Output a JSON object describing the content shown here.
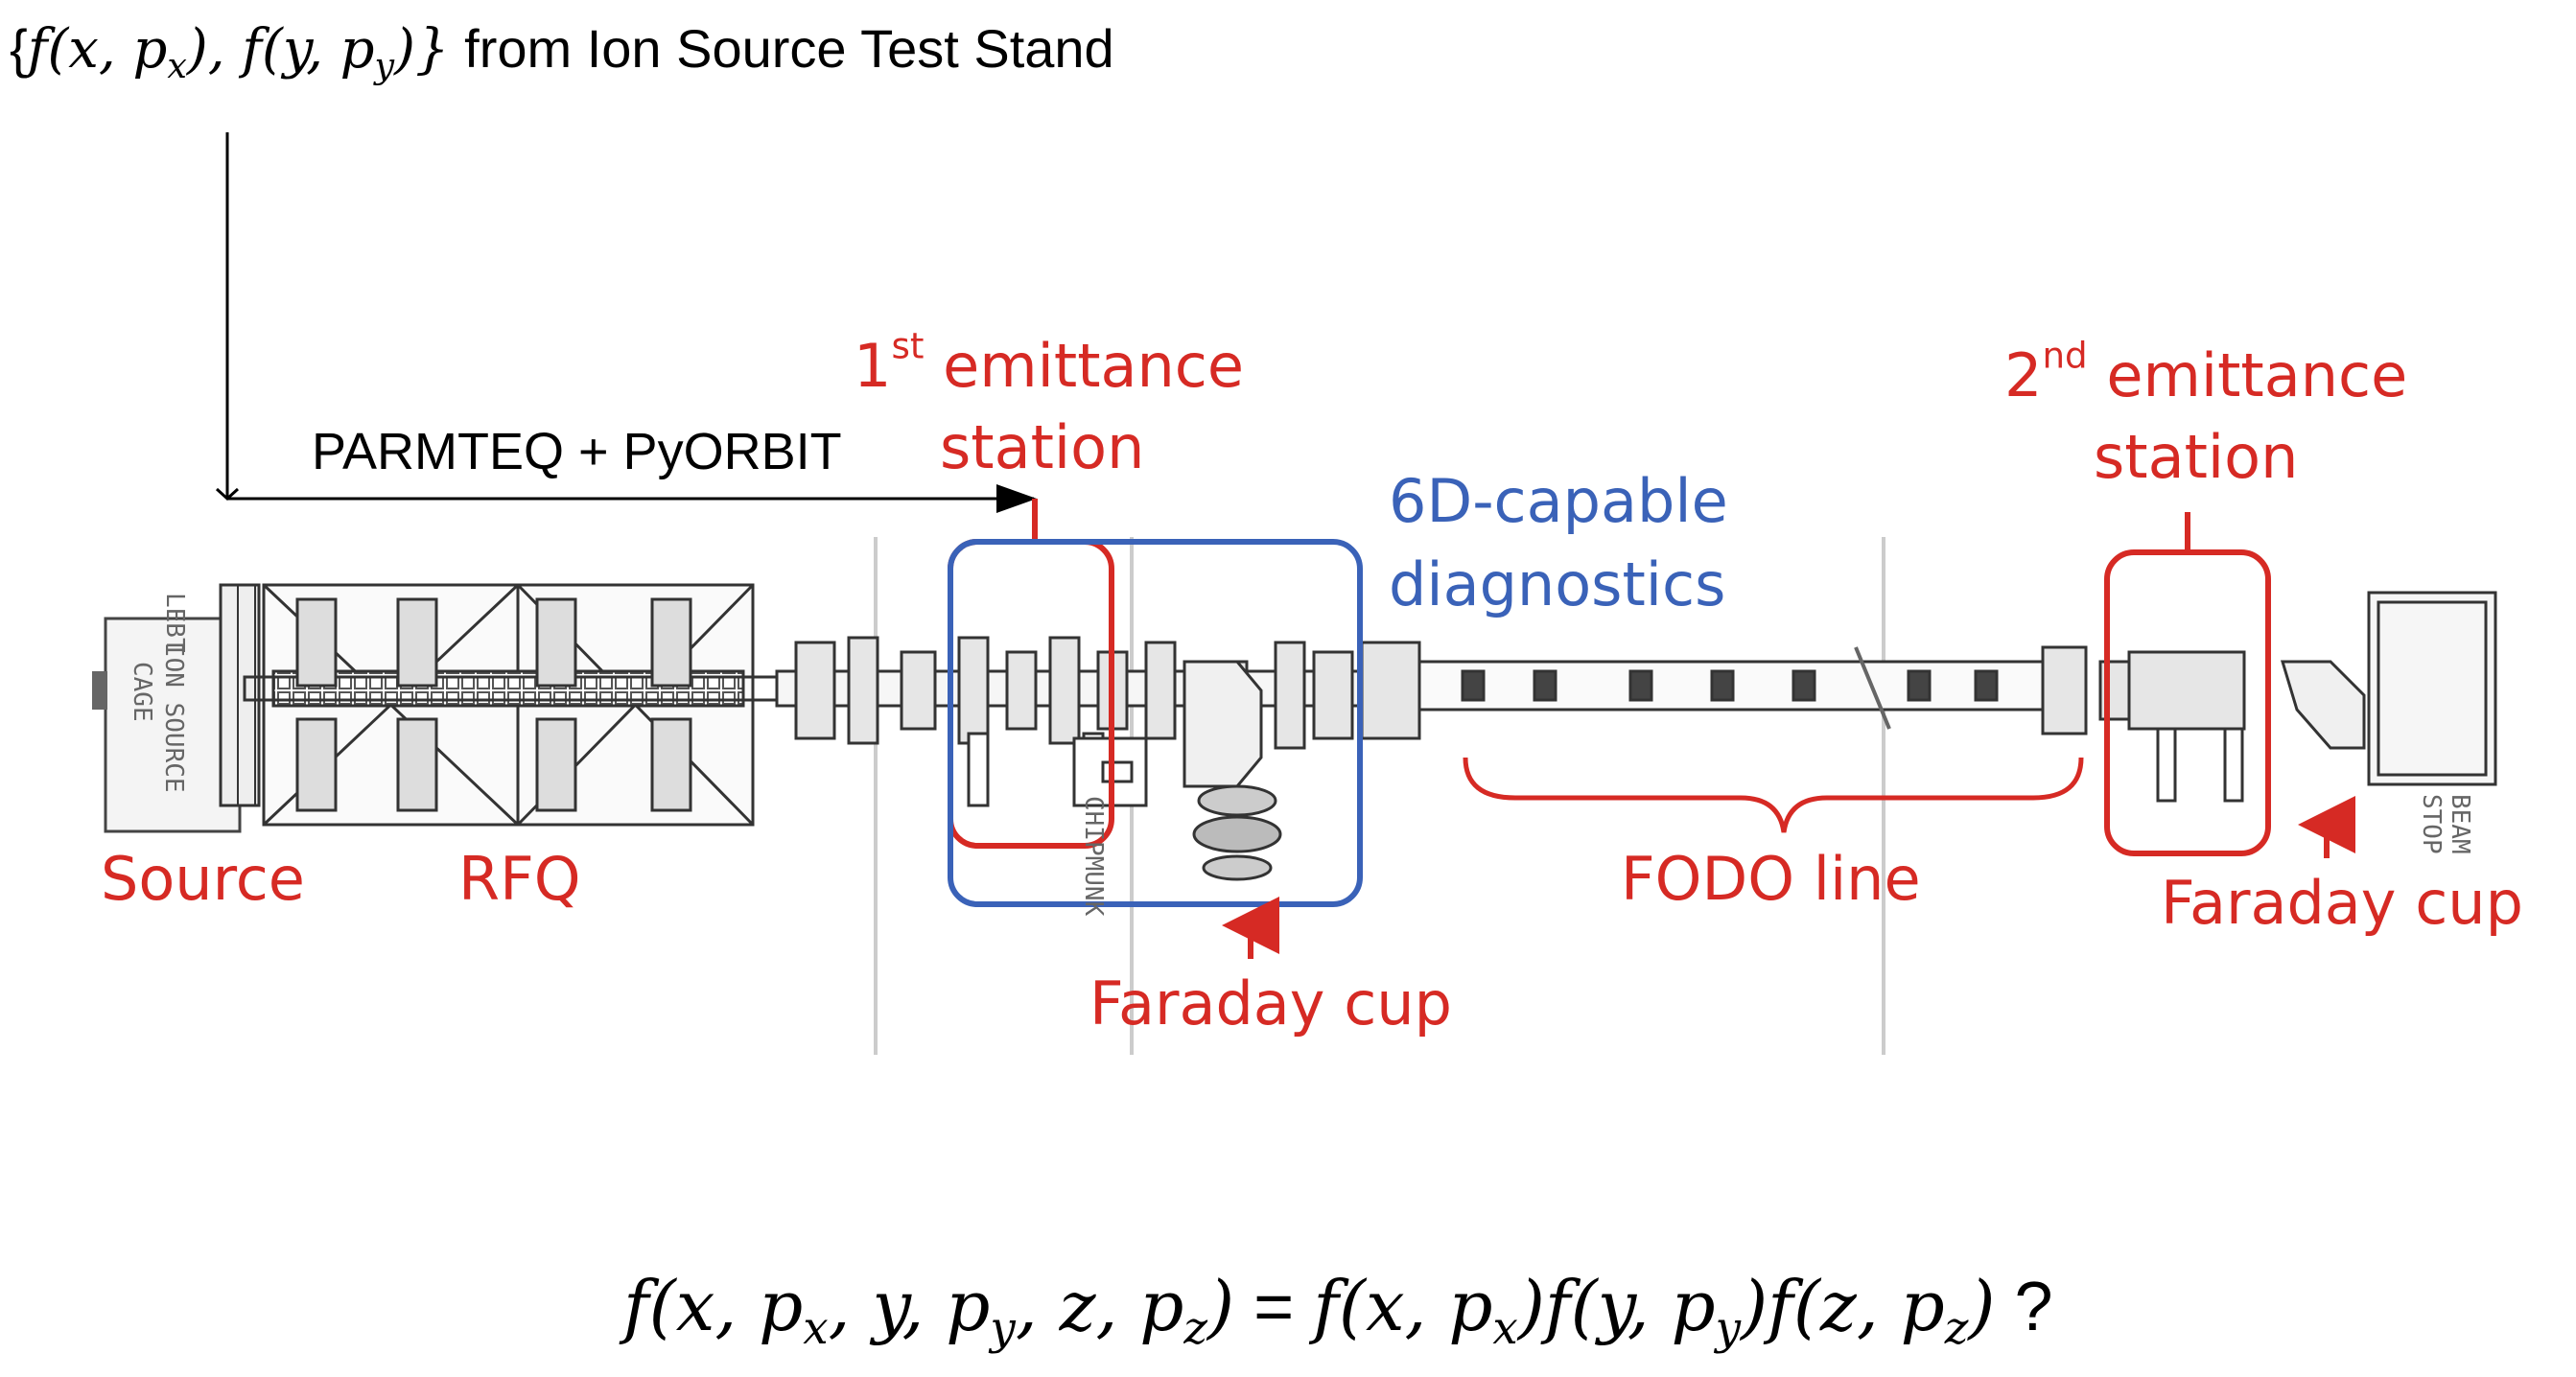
{
  "header": {
    "formula_open": "{",
    "formula_f1": "f",
    "formula_arg1": "(x, p",
    "formula_sub1": "x",
    "formula_mid": "), f(y, p",
    "formula_sub2": "y",
    "formula_close": ")}",
    "text": "from Ion Source Test Stand"
  },
  "arrow_label": "PARMTEQ + PyORBIT",
  "labels": {
    "source": "Source",
    "rfq": "RFQ",
    "station1_num": "1",
    "station1_sup": "st",
    "station1_rest": " emittance",
    "station1_line2": "station",
    "station2_num": "2",
    "station2_sup": "nd",
    "station2_rest": " emittance",
    "station2_line2": "station",
    "diagnostics_line1": "6D-capable",
    "diagnostics_line2": "diagnostics",
    "fodo": "FODO line",
    "faraday1": "Faraday cup",
    "faraday2": "Faraday cup"
  },
  "drawing_labels": {
    "lebt": "LEBT",
    "ion_source_line1": "ION SOURCE",
    "ion_source_line2": "CAGE",
    "chipmunk": "CHIPMUNK",
    "beam_stop_line1": "BEAM",
    "beam_stop_line2": "STOP"
  },
  "equation": {
    "lhs": "f(x, p",
    "lhs_sub1": "x",
    "lhs_mid1": ", y, p",
    "lhs_sub2": "y",
    "lhs_mid2": ", z, p",
    "lhs_sub3": "z",
    "lhs_end": ")",
    "eq": " = ",
    "r1": "f(x, p",
    "r1_sub": "x",
    "r2": ")f(y, p",
    "r2_sub": "y",
    "r3": ")f(z, p",
    "r3_sub": "z",
    "r4": ")",
    "question": " ?"
  },
  "colors": {
    "red": "#d62a24",
    "blue": "#3a62b8",
    "drawing": "#333333",
    "guide": "#cccccc"
  }
}
